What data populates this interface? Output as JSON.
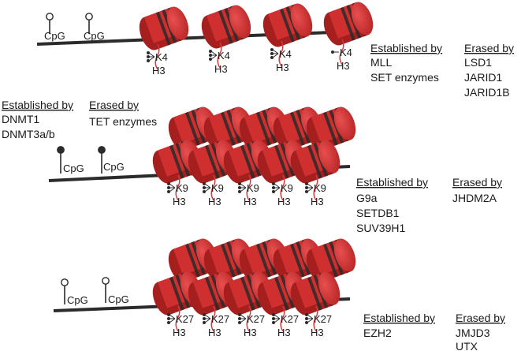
{
  "colors": {
    "nucleosome": "#cf2f2f",
    "nucleosome_shade": "#a51f1f",
    "band": "#2a2a2a",
    "dna": "#2b2b2b",
    "tail": "#d23b3b"
  },
  "panels": [
    {
      "id": "active",
      "cpg_labels": [
        "CpG",
        "CpG"
      ],
      "cpg_methylated": false,
      "marks": [
        "K4",
        "K4",
        "K4",
        "K4"
      ],
      "histone": [
        "H3",
        "H3",
        "H3",
        "H3"
      ],
      "established_header": "Established by",
      "established": [
        "MLL",
        "SET enzymes"
      ],
      "erased_header": "Erased by",
      "erased": [
        "LSD1",
        "JARID1",
        "JARID1B"
      ]
    },
    {
      "id": "h3k9",
      "cpg_labels": [
        "CpG",
        "CpG"
      ],
      "cpg_methylated": true,
      "marks": [
        "K9",
        "K9",
        "K9",
        "K9",
        "K9"
      ],
      "histone": [
        "H3",
        "H3",
        "H3",
        "H3",
        "H3"
      ],
      "established_header": "Established by",
      "established": [
        "G9a",
        "SETDB1",
        "SUV39H1"
      ],
      "erased_header": "Erased by",
      "erased": [
        "JHDM2A"
      ]
    },
    {
      "id": "h3k27",
      "cpg_labels": [
        "CpG",
        "CpG"
      ],
      "cpg_methylated": false,
      "marks": [
        "K27",
        "K27",
        "K27",
        "K27",
        "K27"
      ],
      "histone": [
        "H3",
        "H3",
        "H3",
        "H3",
        "H3"
      ],
      "established_header": "Established by",
      "established": [
        "EZH2"
      ],
      "erased_header": "Erased by",
      "erased": [
        "JMJD3",
        "UTX"
      ]
    }
  ],
  "dna_methylation": {
    "established_header": "Established by",
    "established": [
      "DNMT1",
      "DNMT3a/b"
    ],
    "erased_header": "Erased by",
    "erased": [
      "TET enzymes"
    ]
  }
}
